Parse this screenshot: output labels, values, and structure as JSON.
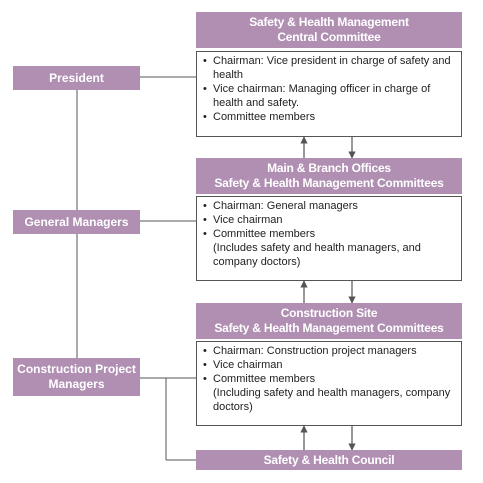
{
  "committees": {
    "central": {
      "title_line1": "Safety & Health Management",
      "title_line2": "Central Committee",
      "items": [
        "Chairman: Vice president in charge of safety and health",
        "Vice chairman: Managing officer in charge of health and safety.",
        "Committee members"
      ]
    },
    "offices": {
      "title_line1": "Main & Branch Offices",
      "title_line2": "Safety & Health Management Committees",
      "items": [
        "Chairman: General managers",
        "Vice chairman",
        "Committee members"
      ],
      "note": "(Includes safety and health managers, and company doctors)"
    },
    "site": {
      "title_line1": "Construction Site",
      "title_line2": "Safety & Health Management Committees",
      "items": [
        "Chairman: Construction project managers",
        "Vice chairman",
        "Committee members"
      ],
      "note": "(Including safety and health managers, company doctors)"
    },
    "council": {
      "title": "Safety & Health Council"
    }
  },
  "roles": {
    "president": "President",
    "general_managers": "General Managers",
    "project_managers_line1": "Construction Project",
    "project_managers_line2": "Managers"
  },
  "colors": {
    "box_fill": "#b08fb3",
    "border": "#555555",
    "connector": "#555555"
  }
}
